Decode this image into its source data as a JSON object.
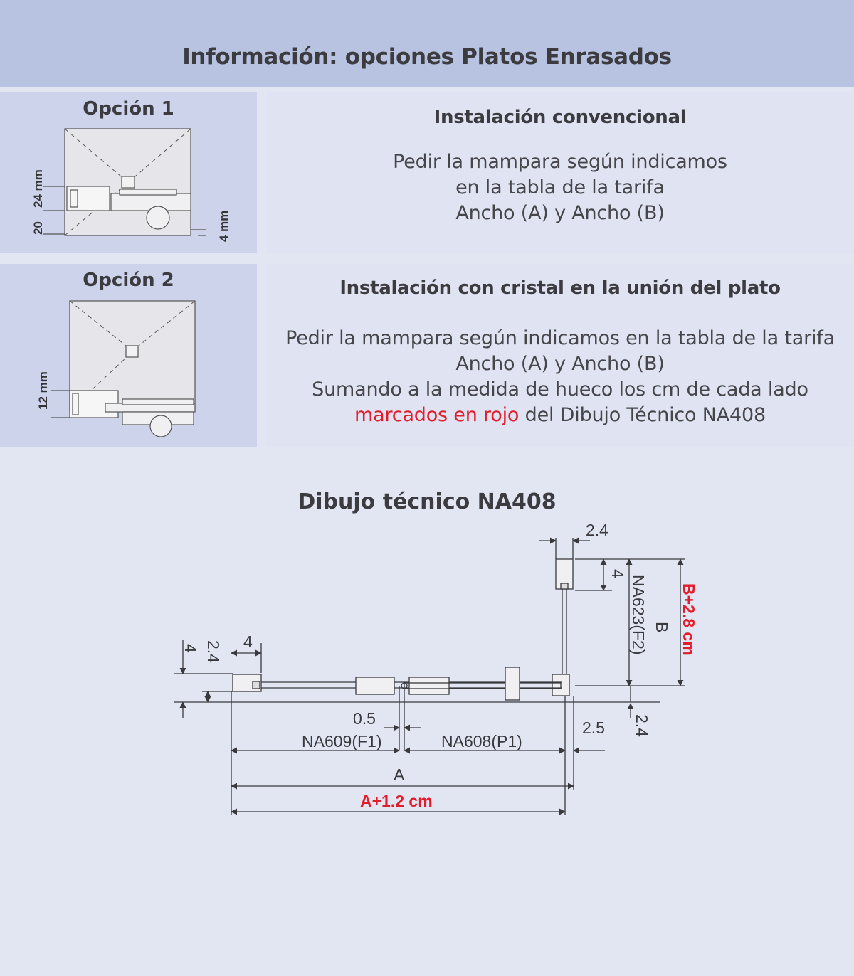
{
  "header": {
    "title": "Información: opciones Platos Enrasados"
  },
  "option1": {
    "title": "Opción 1",
    "heading": "Instalación convencional",
    "body_lines": [
      "Pedir la mampara según indicamos",
      "en la tabla de la tarifa",
      "Ancho (A) y Ancho (B)"
    ],
    "dims": {
      "left_a": "20",
      "left_b": "24 mm",
      "right": "4 mm"
    }
  },
  "option2": {
    "title": "Opción 2",
    "heading": "Instalación con cristal en la unión del plato",
    "body_lines": [
      "Pedir la mampara según indicamos en la tabla de la tarifa",
      "Ancho (A) y Ancho (B)",
      "Sumando a la medida de hueco los cm de cada lado"
    ],
    "body_red": "marcados en rojo",
    "body_tail": " del Dibujo Técnico NA408",
    "dims": {
      "left": "12 mm"
    }
  },
  "drawing": {
    "title": "Dibujo técnico NA408",
    "labels": {
      "top_width": "2.4",
      "top_height": "4",
      "na623": "NA623(F2)",
      "b": "B",
      "b_red": "B+2.8 cm",
      "left_4h": "4",
      "left_24": "2.4",
      "left_4w": "4",
      "gap": "0.5",
      "na609": "NA609(F1)",
      "na608": "NA608(P1)",
      "right_25": "2.5",
      "right_24": "2.4",
      "a": "A",
      "a_red": "A+1.2 cm"
    },
    "colors": {
      "red": "#e21c2a",
      "line": "#3a3a3e"
    }
  }
}
